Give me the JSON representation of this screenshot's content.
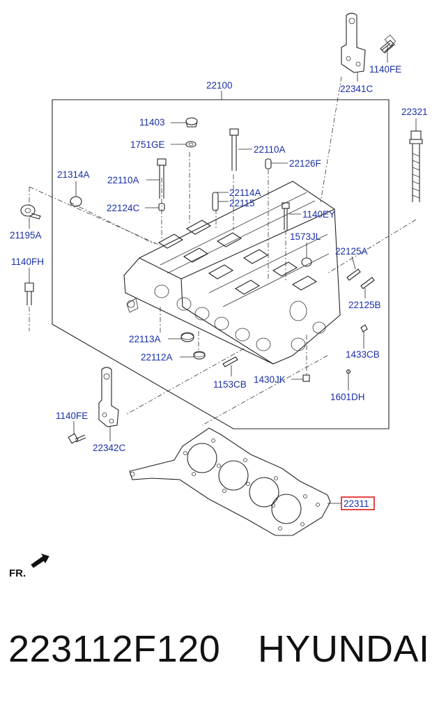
{
  "diagram": {
    "labels": {
      "p22100": "22100",
      "p22341C": "22341C",
      "p1140FE_top": "1140FE",
      "p22321": "22321",
      "p11403": "11403",
      "p1751GE": "1751GE",
      "p22110A_right": "22110A",
      "p22126F": "22126F",
      "p21314A": "21314A",
      "p22110A_left": "22110A",
      "p22114A": "22114A",
      "p22115": "22115",
      "p22124C": "22124C",
      "p21195A": "21195A",
      "p1140EY": "1140EY",
      "p1573JL": "1573JL",
      "p1140FH": "1140FH",
      "p22125A": "22125A",
      "p22125B": "22125B",
      "p22113A": "22113A",
      "p22112A": "22112A",
      "p1433CB": "1433CB",
      "p1153CB": "1153CB",
      "p1430JK": "1430JK",
      "p1601DH": "1601DH",
      "p1140FE_bottom": "1140FE",
      "p22342C": "22342C",
      "p22311": "22311",
      "front": "FR."
    },
    "highlight_color": "#e0151b",
    "label_color": "#1a2ea8"
  },
  "caption": {
    "part_number": "223112F120",
    "brand": "HYUNDAI"
  }
}
